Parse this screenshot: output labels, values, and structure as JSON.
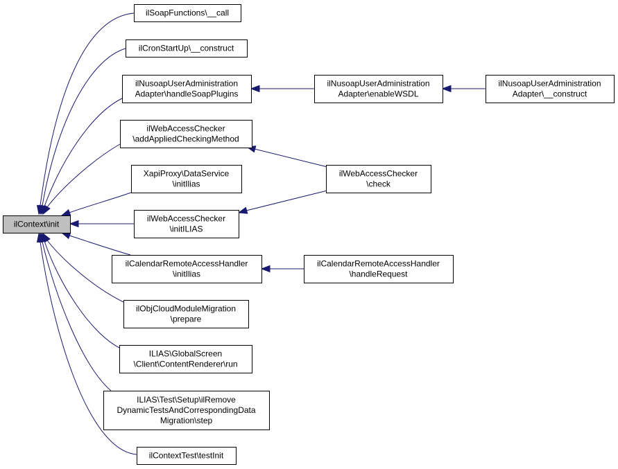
{
  "nodes": {
    "root": {
      "lines": [
        "ilContext\\init"
      ]
    },
    "soap_call": {
      "lines": [
        "ilSoapFunctions\\__call"
      ]
    },
    "cron": {
      "lines": [
        "ilCronStartUp\\__construct"
      ]
    },
    "nusoap_plugins": {
      "lines": [
        "ilNusoapUserAdministration",
        "Adapter\\handleSoapPlugins"
      ]
    },
    "nusoap_wsdl": {
      "lines": [
        "ilNusoapUserAdministration",
        "Adapter\\enableWSDL"
      ]
    },
    "nusoap_construct": {
      "lines": [
        "ilNusoapUserAdministration",
        "Adapter\\__construct"
      ]
    },
    "web_add": {
      "lines": [
        "ilWebAccessChecker",
        "\\addAppliedCheckingMethod"
      ]
    },
    "web_check": {
      "lines": [
        "ilWebAccessChecker",
        "\\check"
      ]
    },
    "xapi": {
      "lines": [
        "XapiProxy\\DataService",
        "\\initIlias"
      ]
    },
    "web_init": {
      "lines": [
        "ilWebAccessChecker",
        "\\initILIAS"
      ]
    },
    "cal_init": {
      "lines": [
        "ilCalendarRemoteAccessHandler",
        "\\initIlias"
      ]
    },
    "cal_handle": {
      "lines": [
        "ilCalendarRemoteAccessHandler",
        "\\handleRequest"
      ]
    },
    "objcloud": {
      "lines": [
        "ilObjCloudModuleMigration",
        "\\prepare"
      ]
    },
    "globalscreen": {
      "lines": [
        "ILIAS\\GlobalScreen",
        "\\Client\\ContentRenderer\\run"
      ]
    },
    "test_setup": {
      "lines": [
        "ILIAS\\Test\\Setup\\ilRemove",
        "DynamicTestsAndCorrespondingData",
        "Migration\\step"
      ]
    },
    "context_test": {
      "lines": [
        "ilContextTest\\testInit"
      ]
    }
  },
  "edges": [
    {
      "from": "soap_call",
      "to": "root"
    },
    {
      "from": "cron",
      "to": "root"
    },
    {
      "from": "nusoap_plugins",
      "to": "root"
    },
    {
      "from": "web_add",
      "to": "root"
    },
    {
      "from": "xapi",
      "to": "root"
    },
    {
      "from": "web_init",
      "to": "root"
    },
    {
      "from": "cal_init",
      "to": "root"
    },
    {
      "from": "objcloud",
      "to": "root"
    },
    {
      "from": "globalscreen",
      "to": "root"
    },
    {
      "from": "test_setup",
      "to": "root"
    },
    {
      "from": "context_test",
      "to": "root"
    },
    {
      "from": "nusoap_wsdl",
      "to": "nusoap_plugins"
    },
    {
      "from": "nusoap_construct",
      "to": "nusoap_wsdl"
    },
    {
      "from": "web_check",
      "to": "web_add"
    },
    {
      "from": "web_check",
      "to": "web_init"
    },
    {
      "from": "cal_handle",
      "to": "cal_init"
    }
  ],
  "colors": {
    "edge": "#191970",
    "root_fill": "#bfbfbf",
    "node_fill": "#ffffff",
    "border": "#000000"
  }
}
